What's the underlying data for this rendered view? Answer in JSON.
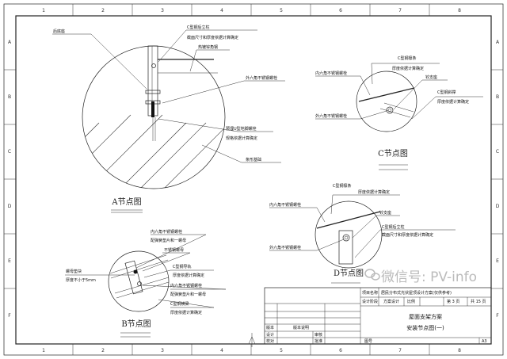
{
  "frame": {
    "columns": [
      "1",
      "2",
      "3",
      "4",
      "5",
      "6",
      "7",
      "8"
    ],
    "rows": [
      "A",
      "B",
      "C",
      "D",
      "E",
      "F"
    ]
  },
  "detail_a": {
    "title": "A节点图",
    "callouts": [
      "后底座",
      "C型钢后立柱",
      "截面尺寸和厚度依据计算确定",
      "热镀锌角钢",
      "外六角不锈钢螺栓",
      "预埋U型地脚螺栓",
      "规格依据计算确定",
      "条形基础"
    ]
  },
  "detail_c": {
    "title": "C节点图",
    "callouts": [
      "C型钢檩条",
      "厚度依据计算确定",
      "内六角不锈钢螺栓",
      "铰支座",
      "C型钢斜撑",
      "厚度依据计算确定",
      "外六角不锈钢螺栓"
    ]
  },
  "detail_d": {
    "title": "D节点图",
    "callouts": [
      "C型钢檩条",
      "厚度依据计算确定",
      "内六角不锈钢螺栓",
      "铰支座",
      "C型钢后立柱",
      "截面尺寸和厚度依据计算确定",
      "外六角不锈钢螺栓"
    ]
  },
  "detail_b": {
    "title": "B节点图",
    "callouts": [
      "内六角不锈钢螺栓",
      "配弹簧垫片和一螺母",
      "不锈钢螺母",
      "C型钢导轨",
      "厚度依据计算确定",
      "内六角不锈钢螺栓",
      "配弹簧垫片和一螺母",
      "C型钢横梁",
      "厚度依据计算确定",
      "螺母垫块",
      "厚度不小于5mm"
    ]
  },
  "title_block": {
    "project_label": "项目名称",
    "project_value": "居民分布式光伏屋顶设计方案(仅供参考)",
    "stage_label": "设计阶段",
    "stage_value": "方案设计",
    "scale_label": "比例",
    "page": "第 3 页",
    "total": "共 15 页",
    "drawing_title": "屋面支架方案",
    "drawing_subtitle": "安装节点图(一)",
    "version_label": "版本",
    "version_desc_label": "版本说明",
    "design_label": "设计",
    "review_label": "审核",
    "check_label": "校对",
    "approve_label": "批准",
    "drawing_no_label": "图号",
    "size": "A3"
  },
  "watermark": "微信号: PV-info"
}
